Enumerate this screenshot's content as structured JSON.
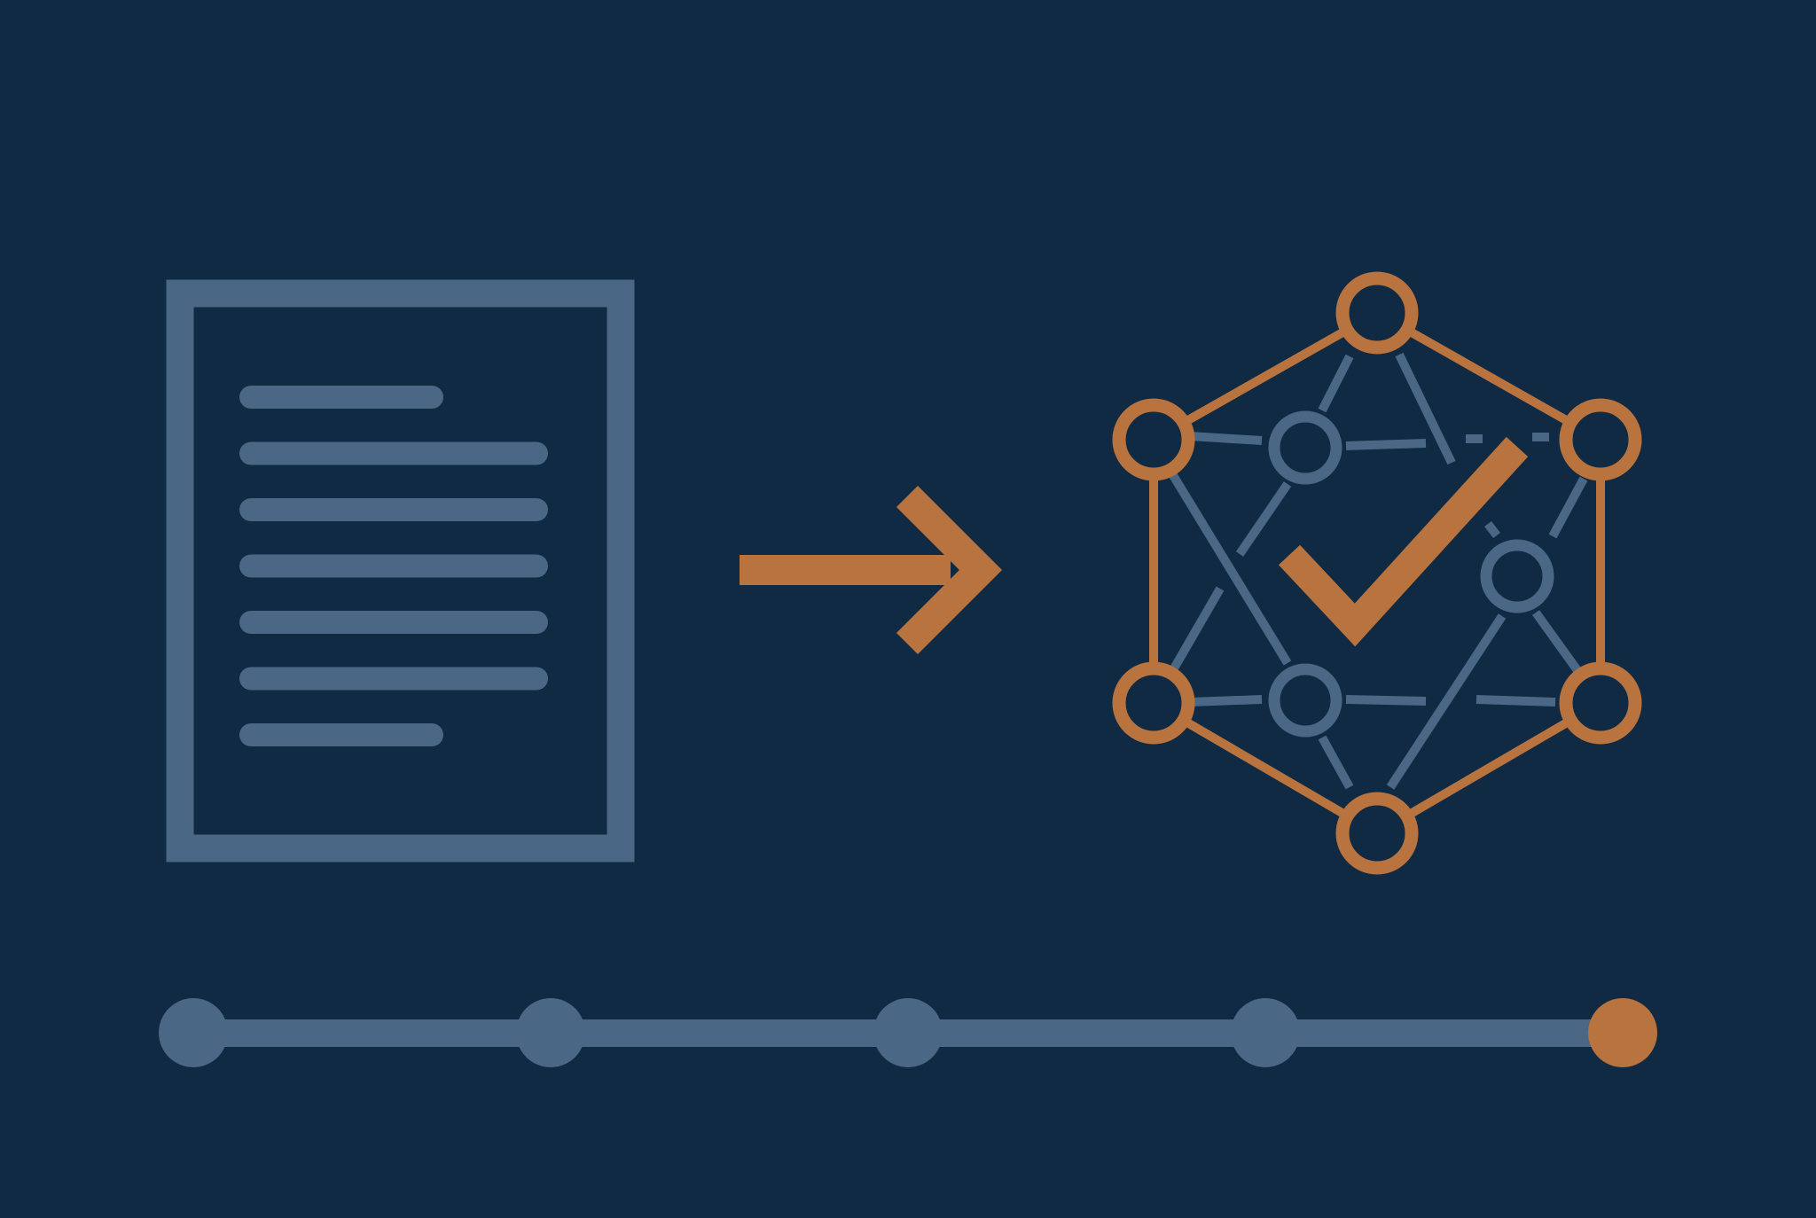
{
  "colors": {
    "background": "#0f2a42",
    "muted": "#4a6785",
    "accent": "#b8733f"
  },
  "diagram": {
    "source": {
      "icon": "document-icon",
      "text_line_count": 7
    },
    "connector": {
      "icon": "arrow-right-icon"
    },
    "target": {
      "icon": "verified-network-icon",
      "outer_node_count": 6,
      "inner_node_count": 3,
      "badge_icon": "checkmark-icon"
    },
    "progress": {
      "total_steps": 5,
      "current_step": 5
    }
  }
}
